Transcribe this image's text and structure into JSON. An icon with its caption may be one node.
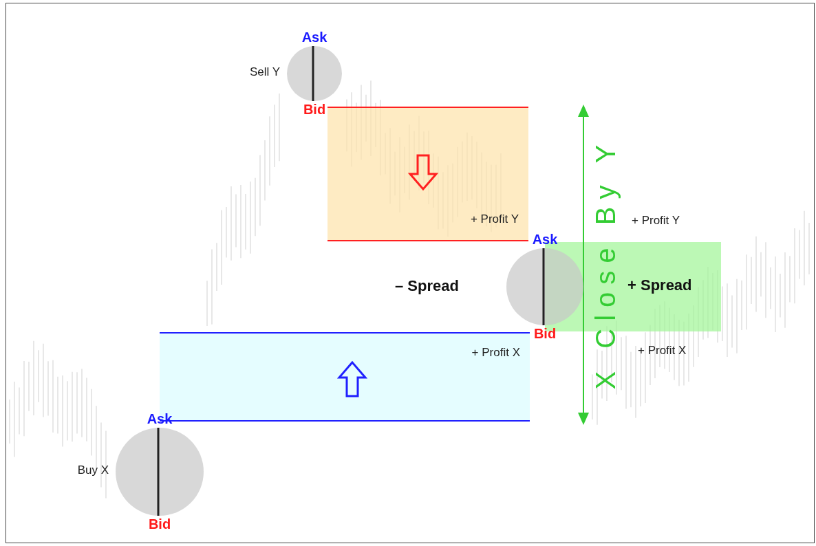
{
  "diagram": {
    "nodes": [
      {
        "text": [
          "Ask",
          "Bid"
        ],
        "beside": [
          "Sell Y"
        ]
      },
      {
        "text": [
          "+ Profit Y"
        ]
      },
      {
        "text": [
          "Ask",
          "Bid"
        ]
      },
      {
        "text": [
          "+ Spread"
        ]
      },
      {
        "text": [
          "+ Profit X"
        ]
      },
      {
        "text": [
          "Ask",
          "Bid"
        ],
        "beside": [
          "Buy X"
        ]
      }
    ],
    "labels": [
      "+ Profit Y",
      "– Spread",
      "+ Profit X",
      "X Close By Y"
    ]
  }
}
